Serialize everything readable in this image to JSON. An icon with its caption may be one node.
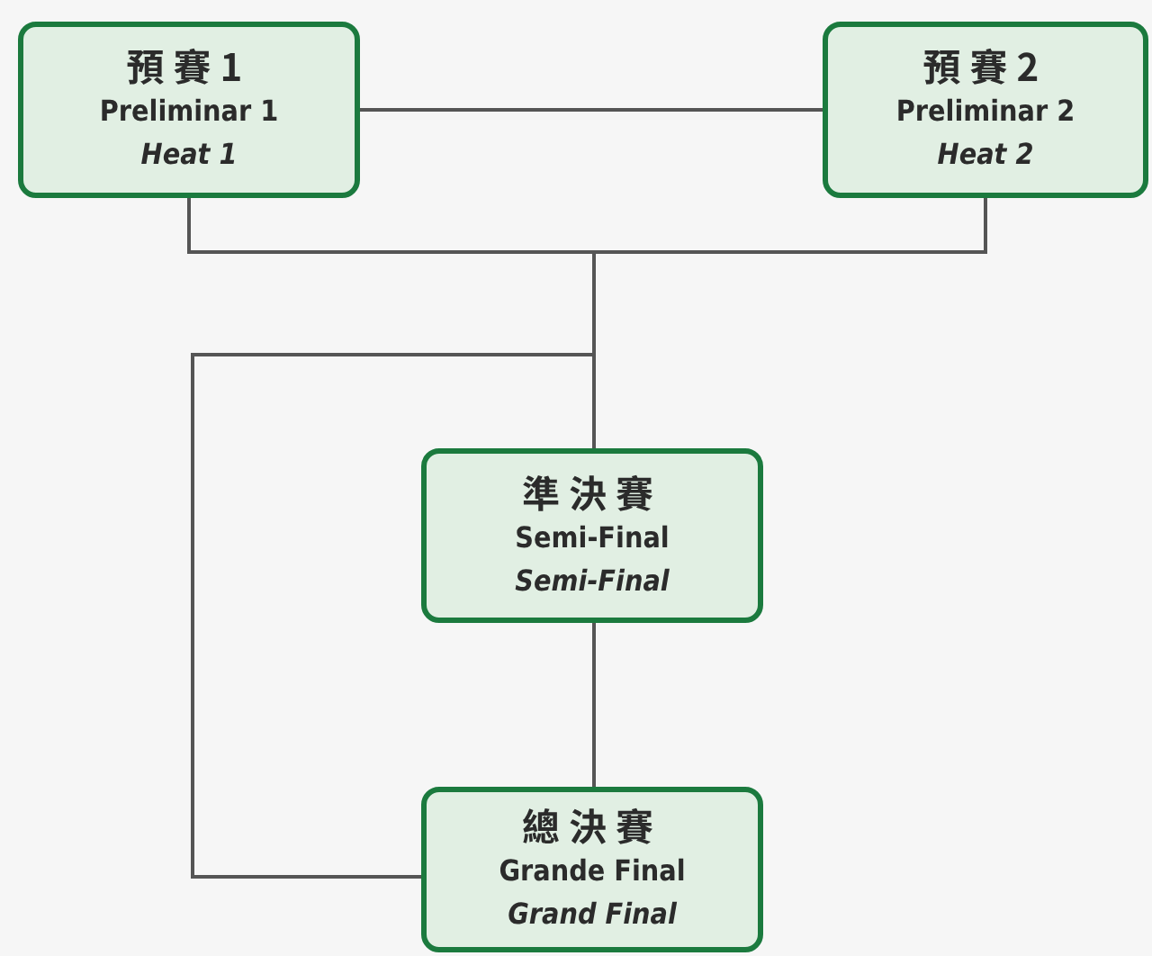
{
  "diagram": {
    "nodes": [
      {
        "text": [
          "預賽1",
          "Preliminar 1",
          "Heat 1"
        ]
      },
      {
        "text": [
          "預賽2",
          "Preliminar 2",
          "Heat 2"
        ]
      },
      {
        "text": [
          "準決賽",
          "Semi-Final",
          "Semi-Final"
        ]
      },
      {
        "text": [
          "總決賽",
          "Grande Final",
          "Grand Final"
        ]
      }
    ],
    "edges": [
      {
        "from": 0,
        "to": 1,
        "arrow": "none"
      },
      {
        "from": 0,
        "to": 2,
        "arrow": "none"
      },
      {
        "from": 1,
        "to": 2,
        "arrow": "none"
      },
      {
        "from": 0,
        "to": 3,
        "arrow": "none"
      },
      {
        "from": 1,
        "to": 3,
        "arrow": "none"
      },
      {
        "from": 2,
        "to": 3,
        "arrow": "none"
      }
    ]
  }
}
